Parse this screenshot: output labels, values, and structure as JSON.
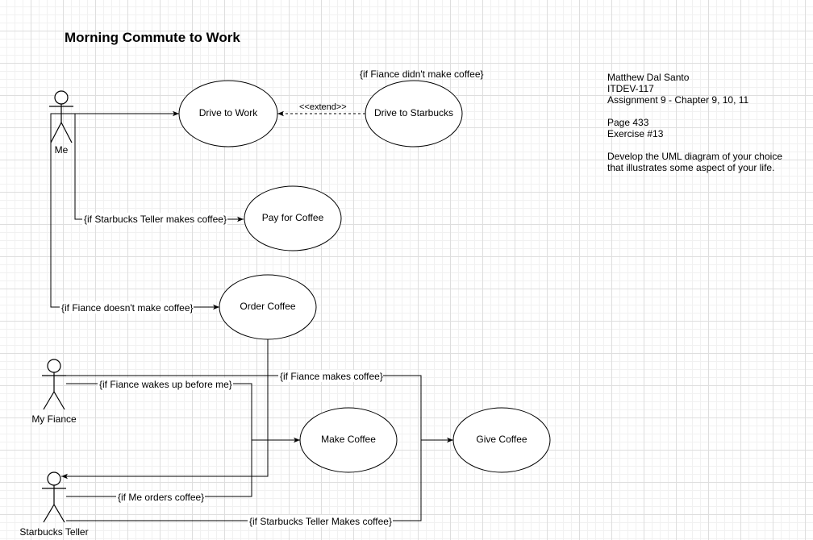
{
  "title": "Morning Commute to Work",
  "notes": {
    "line1": "Matthew Dal Santo",
    "line2": "ITDEV-117",
    "line3": "Assignment 9 - Chapter 9, 10, 11",
    "line4": "Page 433",
    "line5": "Exercise #13",
    "line6": "Develop the UML diagram of your choice",
    "line7": "that illustrates some aspect of your life."
  },
  "actors": {
    "me": "Me",
    "fiance": "My Fiance",
    "teller": "Starbucks Teller"
  },
  "use_cases": {
    "drive_work": "Drive to Work",
    "drive_starbucks": "Drive to Starbucks",
    "pay_coffee": "Pay for Coffee",
    "order_coffee": "Order Coffee",
    "make_coffee": "Make Coffee",
    "give_coffee": "Give Coffee"
  },
  "annotations": {
    "starbucks_condition": "{if Fiance didn't make coffee}",
    "extend": "<<extend>>"
  },
  "edge_labels": {
    "teller_makes": "{if Starbucks Teller makes coffee}",
    "fiance_doesnt": "{if Fiance doesn't make coffee}",
    "fiance_makes": "{if Fiance makes coffee}",
    "fiance_wakes": "{if Fiance wakes up before me}",
    "me_orders": "{if Me orders coffee}",
    "teller_makes_cap": "{if Starbucks Teller Makes coffee}"
  }
}
